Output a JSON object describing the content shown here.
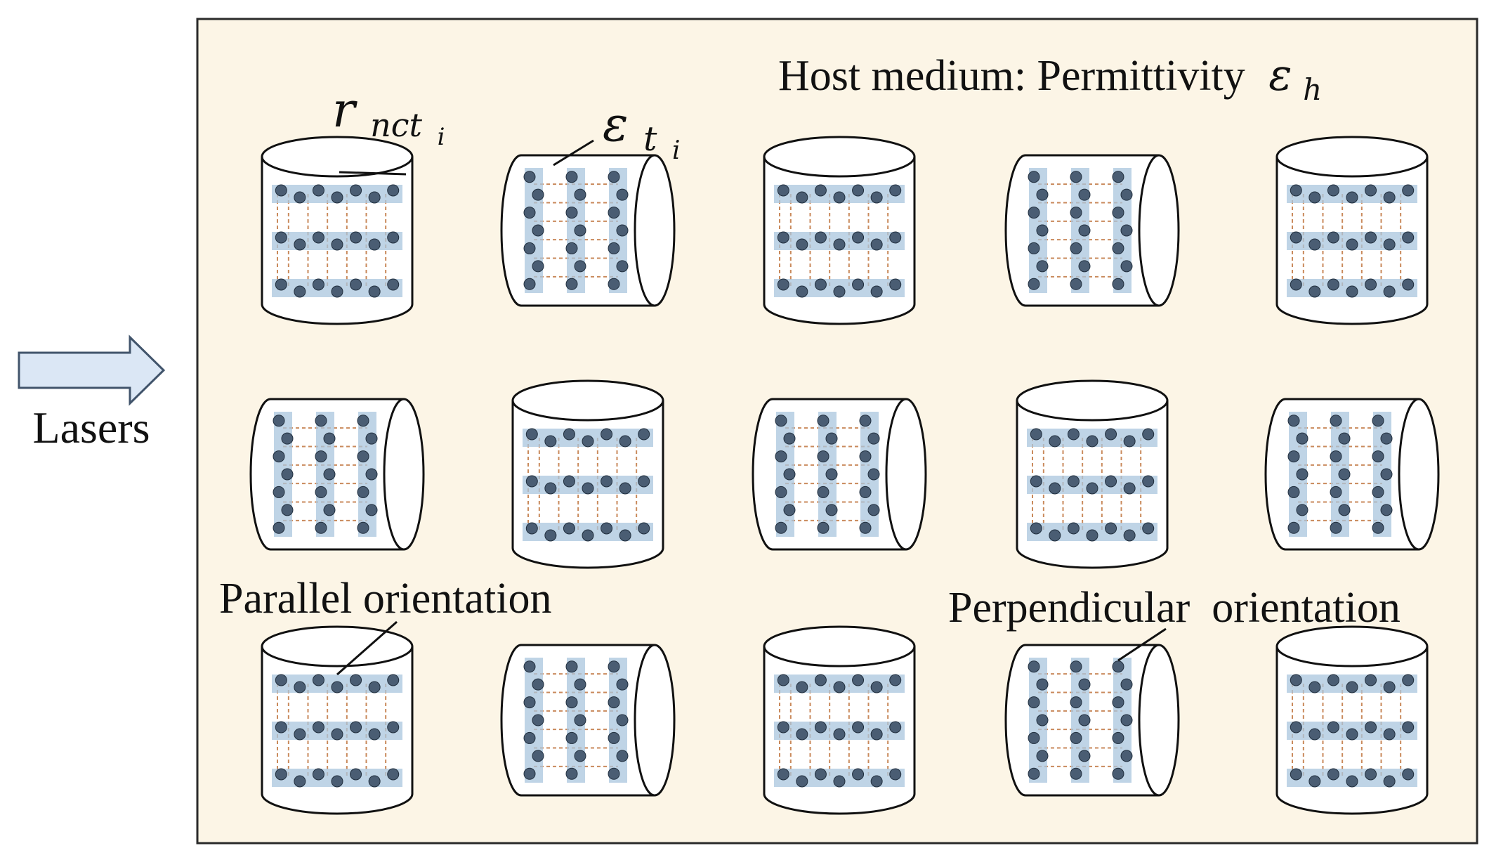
{
  "incident_label": "Lasers",
  "host_label": "Host medium: Permittivity",
  "host_symbol": "ε",
  "host_symbol_sub": "h",
  "radius_symbol": "r",
  "radius_sub": "nct",
  "radius_subsub": "i",
  "tube_eps_symbol": "ε",
  "tube_eps_sub": "t",
  "tube_eps_subsub": "i",
  "parallel_label": "Parallel orientation",
  "perpendicular_label": "Perpendicular  orientation",
  "colors": {
    "box_fill": "#fcf5e6",
    "box_border": "#2a2a2a",
    "arrow_fill": "#dbe7f5",
    "arrow_stroke": "#41546b",
    "atom": "#4a5d73",
    "sheet": "#a9c6de",
    "bond": "#c98a5c"
  },
  "cylinders": [
    {
      "row": 1,
      "col": 1,
      "orientation": "upright"
    },
    {
      "row": 1,
      "col": 2,
      "orientation": "horizontal"
    },
    {
      "row": 1,
      "col": 3,
      "orientation": "upright"
    },
    {
      "row": 1,
      "col": 4,
      "orientation": "horizontal"
    },
    {
      "row": 1,
      "col": 5,
      "orientation": "upright"
    },
    {
      "row": 2,
      "col": 1,
      "orientation": "horizontal"
    },
    {
      "row": 2,
      "col": 2,
      "orientation": "upright"
    },
    {
      "row": 2,
      "col": 3,
      "orientation": "horizontal"
    },
    {
      "row": 2,
      "col": 4,
      "orientation": "upright"
    },
    {
      "row": 2,
      "col": 5,
      "orientation": "horizontal"
    },
    {
      "row": 3,
      "col": 1,
      "orientation": "upright"
    },
    {
      "row": 3,
      "col": 2,
      "orientation": "horizontal"
    },
    {
      "row": 3,
      "col": 3,
      "orientation": "upright"
    },
    {
      "row": 3,
      "col": 4,
      "orientation": "horizontal"
    },
    {
      "row": 3,
      "col": 5,
      "orientation": "upright"
    }
  ]
}
